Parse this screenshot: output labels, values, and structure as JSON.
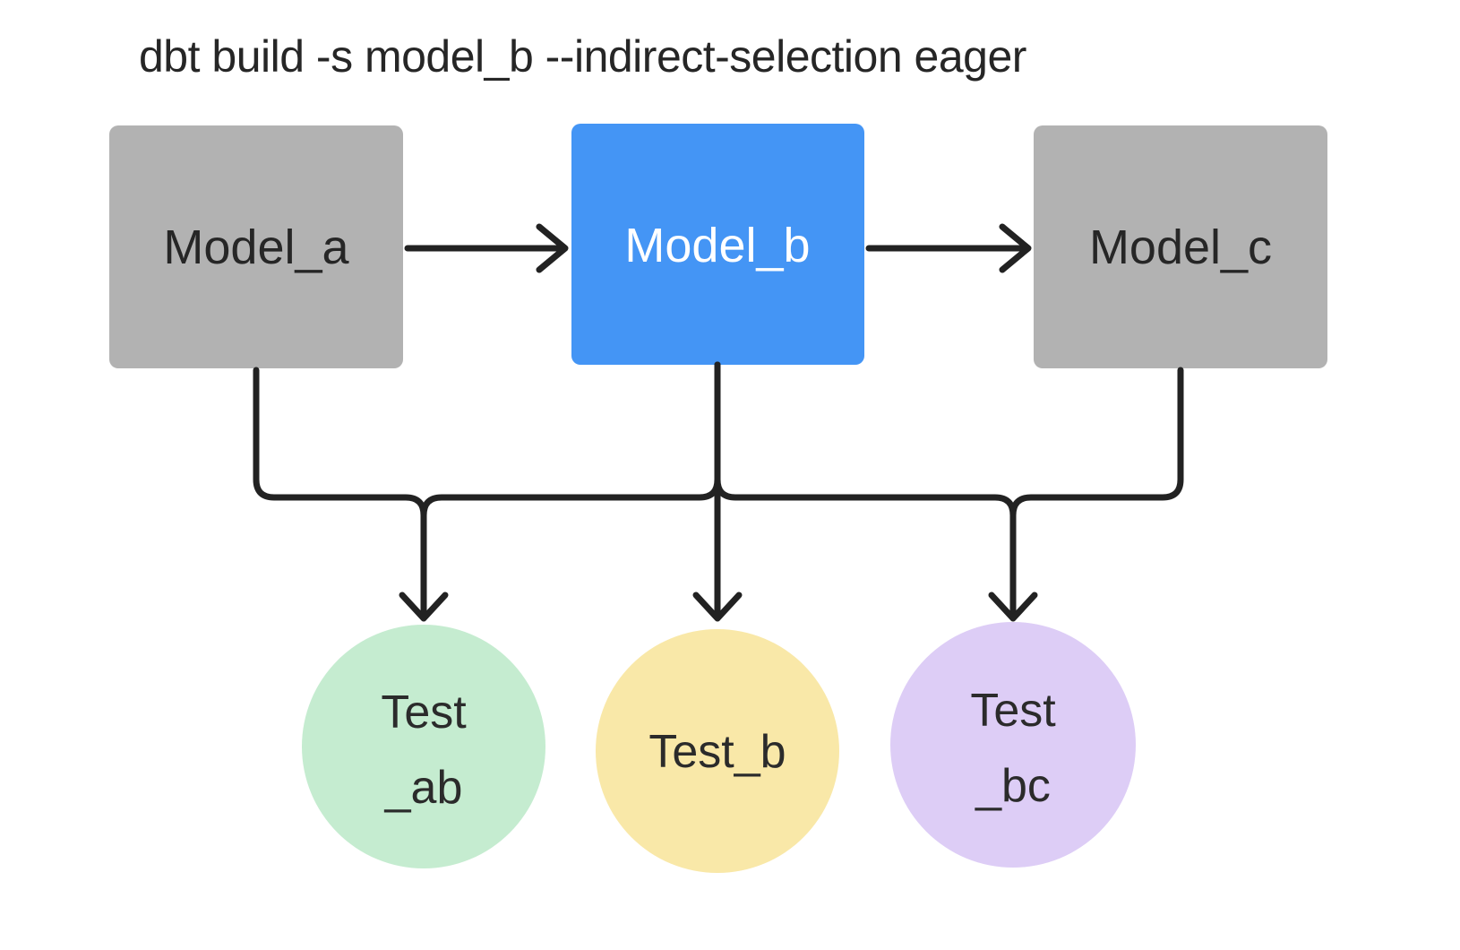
{
  "title": "dbt build -s model_b --indirect-selection eager",
  "colors": {
    "background": "#ffffff",
    "edge": "#222222",
    "text_dark": "#262626",
    "text_light": "#ffffff",
    "node_gray": "#b2b2b2",
    "node_blue": "#4495f5",
    "test_green": "#c5ecd0",
    "test_yellow": "#f9e8a8",
    "test_purple": "#ddcdf6"
  },
  "nodes": {
    "model_a": {
      "label": "Model_a",
      "color": "#b2b2b2",
      "text_color": "#262626"
    },
    "model_b": {
      "label": "Model_b",
      "color": "#4495f5",
      "text_color": "#ffffff"
    },
    "model_c": {
      "label": "Model_c",
      "color": "#b2b2b2",
      "text_color": "#262626"
    }
  },
  "tests": {
    "test_ab": {
      "line1": "Test",
      "line2": "_ab",
      "color": "#c5ecd0",
      "text_color": "#2b2b2b"
    },
    "test_b": {
      "line1": "Test_b",
      "color": "#f9e8a8",
      "text_color": "#2b2b2b"
    },
    "test_bc": {
      "line1": "Test",
      "line2": "_bc",
      "color": "#ddcdf6",
      "text_color": "#2b2b2b"
    }
  },
  "edges": [
    {
      "from": "Model_a",
      "to": "Model_b"
    },
    {
      "from": "Model_b",
      "to": "Model_c"
    },
    {
      "from": "Model_a",
      "to": "Test_ab"
    },
    {
      "from": "Model_b",
      "to": "Test_ab"
    },
    {
      "from": "Model_b",
      "to": "Test_b"
    },
    {
      "from": "Model_b",
      "to": "Test_bc"
    },
    {
      "from": "Model_c",
      "to": "Test_bc"
    }
  ]
}
